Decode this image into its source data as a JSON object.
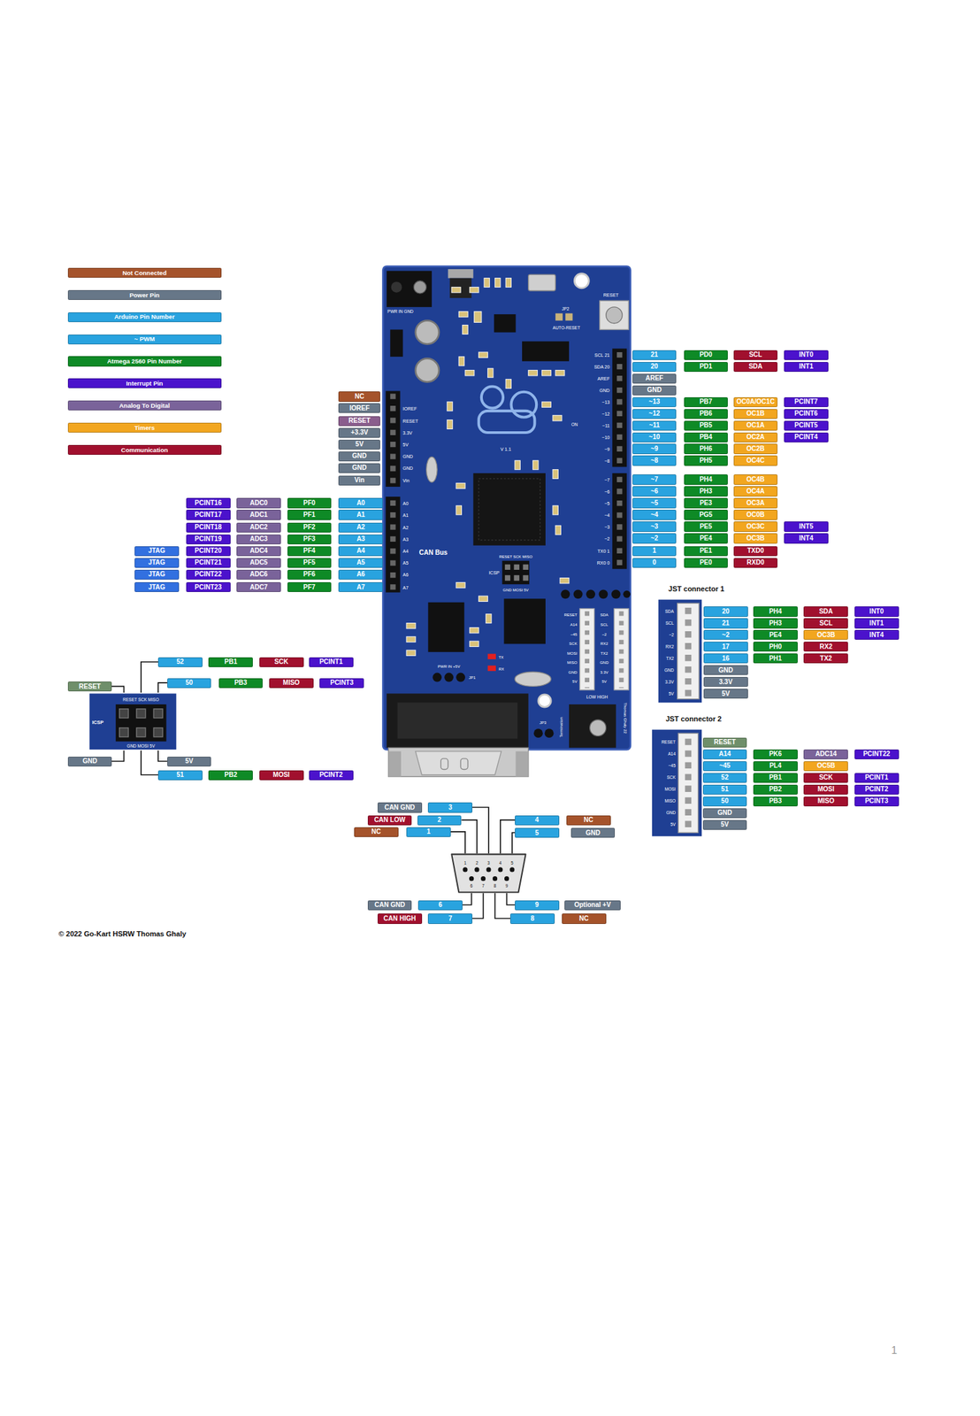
{
  "diagram": {
    "labels": [
      "PWR IN GND",
      "RESET",
      "JP2",
      "AUTO-RESET",
      "SCL 21",
      "SDA 20",
      "AREF",
      "GND",
      "~13",
      "~12",
      "~11",
      "~10",
      "~9",
      "~8",
      "~7",
      "~6",
      "~5",
      "~4",
      "~3",
      "~2",
      "TX0 1",
      "RX0 0",
      "IOREF",
      "RESET",
      "3.3V",
      "5V",
      "GND",
      "GND",
      "Vin",
      "A0",
      "A1",
      "A2",
      "A3",
      "A4",
      "A5",
      "A6",
      "A7",
      "ON",
      "V 1.1",
      "CAN Bus",
      "ICSP",
      "RESET SCK MISO",
      "GND MOSI 5V",
      "RESET",
      "A14",
      "~45",
      "SCK",
      "MOSI",
      "MISO",
      "GND",
      "5V",
      "SDA",
      "SCL",
      "~2",
      "RX2",
      "TX2",
      "GND",
      "3.3V",
      "5V",
      "PWR IN +5V",
      "JP1",
      "TX",
      "RX",
      "LOW HIGH",
      "JP3",
      "Termination",
      "Thomas Ghaly 22",
      "21",
      "PD0",
      "SCL",
      "INT0",
      "20",
      "PD1",
      "SDA",
      "INT1",
      "AREF",
      "GND",
      "~13",
      "PB7",
      "OC0A/OC1C",
      "PCINT7",
      "~12",
      "PB6",
      "OC1B",
      "PCINT6",
      "~11",
      "PB5",
      "OC1A",
      "PCINT5",
      "~10",
      "PB4",
      "OC2A",
      "PCINT4",
      "~9",
      "PH6",
      "OC2B",
      "~8",
      "PH5",
      "OC4C",
      "~7",
      "PH4",
      "OC4B",
      "~6",
      "PH3",
      "OC4A",
      "~5",
      "PE3",
      "OC3A",
      "~4",
      "PG5",
      "OC0B",
      "~3",
      "PE5",
      "OC3C",
      "INT5",
      "~2",
      "PE4",
      "OC3B",
      "INT4",
      "1",
      "PE1",
      "TXD0",
      "0",
      "PE0",
      "RXD0",
      "NC",
      "IOREF",
      "RESET",
      "+3.3V",
      "5V",
      "GND",
      "GND",
      "Vin",
      "PCINT16",
      "ADC0",
      "PF0",
      "A0",
      "PCINT17",
      "ADC1",
      "PF1",
      "A1",
      "PCINT18",
      "ADC2",
      "PF2",
      "A2",
      "PCINT19",
      "ADC3",
      "PF3",
      "A3",
      "JTAG",
      "PCINT20",
      "ADC4",
      "PF4",
      "A4",
      "JTAG",
      "PCINT21",
      "ADC5",
      "PF5",
      "A5",
      "JTAG",
      "PCINT22",
      "ADC6",
      "PF6",
      "A6",
      "JTAG",
      "PCINT23",
      "ADC7",
      "PF7",
      "A7",
      "JST connector 1",
      "SDA",
      "SCL",
      "~2",
      "RX2",
      "TX2",
      "GND",
      "3.3V",
      "5V",
      "20",
      "PH4",
      "SDA",
      "INT0",
      "21",
      "PH3",
      "SCL",
      "INT1",
      "~2",
      "PE4",
      "OC3B",
      "INT4",
      "17",
      "PH0",
      "RX2",
      "16",
      "PH1",
      "TX2",
      "GND",
      "3.3V",
      "5V",
      "RESET SCK MISO",
      "ICSP",
      "GND MOSI 5V",
      "52",
      "PB1",
      "SCK",
      "PCINT1",
      "50",
      "PB3",
      "MISO",
      "PCINT3",
      "RESET",
      "GND",
      "5V",
      "51",
      "PB2",
      "MOSI",
      "PCINT2",
      "JST connector 2",
      "RESET",
      "A14",
      "~45",
      "SCK",
      "MOSI",
      "MISO",
      "GND",
      "5V",
      "RESET",
      "A14",
      "PK6",
      "ADC14",
      "PCINT22",
      "~45",
      "PL4",
      "OC5B",
      "52",
      "PB1",
      "SCK",
      "PCINT1",
      "51",
      "PB2",
      "MOSI",
      "PCINT2",
      "50",
      "PB3",
      "MISO",
      "PCINT3",
      "GND",
      "5V",
      "CAN GND",
      "3",
      "CAN LOW",
      "2",
      "NC",
      "1",
      "4",
      "NC",
      "5",
      "GND",
      "CAN GND",
      "6",
      "CAN HIGH",
      "7",
      "9",
      "Optional +V",
      "8",
      "NC",
      "1",
      "2",
      "3",
      "4",
      "5",
      "6",
      "7",
      "8",
      "9",
      "© 2022 Go-Kart HSRW Thomas Ghaly",
      "1"
    ],
    "legend": [
      {
        "text": "Not Connected",
        "color": "#a5532b"
      },
      {
        "text": "Power Pin",
        "color": "#677788"
      },
      {
        "text": "Arduino Pin Number",
        "color": "#29a3df"
      },
      {
        "text": "~ PWM",
        "color": "#29a3df"
      },
      {
        "text": "Atmega 2560 Pin Number",
        "color": "#0e8a26"
      },
      {
        "text": "Interrupt Pin",
        "color": "#4b12cc"
      },
      {
        "text": "Analog To Digital",
        "color": "#7a639a"
      },
      {
        "text": "Timers",
        "color": "#f2a61f"
      },
      {
        "text": "Communication",
        "color": "#a1102e"
      }
    ]
  }
}
